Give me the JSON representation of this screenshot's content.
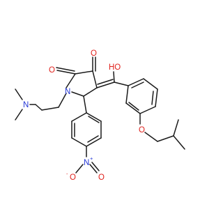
{
  "colors": {
    "carbon_bond": "#1a1a1a",
    "oxygen": "#e0201b",
    "nitrogen": "#2235d6"
  },
  "atoms": {
    "o_ketone": "O",
    "o_amide": "O",
    "oh_label": "HO",
    "n_ring": "N",
    "n_amine": "N",
    "o_ether": "O",
    "n_nitro": "N",
    "n_nitro_charge": "+",
    "o_nitro_double": "O",
    "o_nitro_single": "O",
    "o_nitro_charge": "-"
  }
}
